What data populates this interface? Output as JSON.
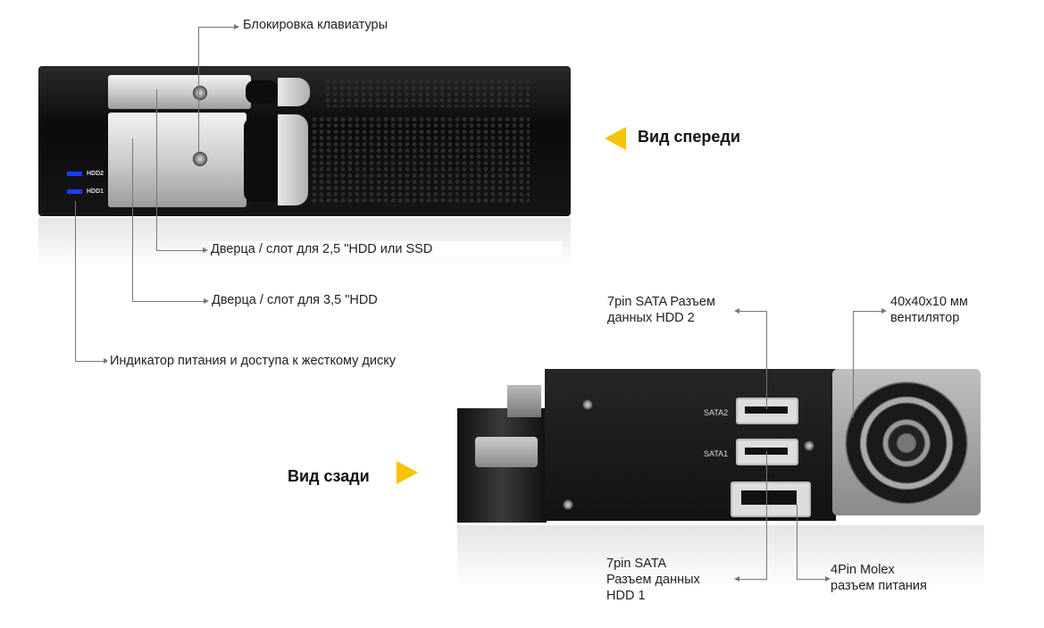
{
  "labels": {
    "keyboard_lock": "Блокировка клавиатуры",
    "slot_25": "Дверца / слот для 2,5 \"HDD или SSD",
    "slot_35": "Дверца / слот для 3,5 \"HDD",
    "indicator": "Индикатор питания и доступа к жесткому диску",
    "sata2_line1": "7pin SATA Разъем",
    "sata2_line2": "данных HDD 2",
    "fan_line1": "40x40x10 мм",
    "fan_line2": "вентилятор",
    "sata1_line1": "7pin SATA",
    "sata1_line2": "Разъем данных",
    "sata1_line3": "HDD 1",
    "molex_line1": "4Pin Molex",
    "molex_line2": "разъем питания"
  },
  "titles": {
    "front_view": "Вид спереди",
    "rear_view": "Вид сзади"
  },
  "device": {
    "led_hdd2": "HDD2",
    "led_hdd1": "HDD1",
    "port_sata2": "SATA2",
    "port_sata1": "SATA1"
  },
  "colors": {
    "pointer": "#f5c400",
    "led": "#1a3cff",
    "leader_line": "#777777"
  }
}
